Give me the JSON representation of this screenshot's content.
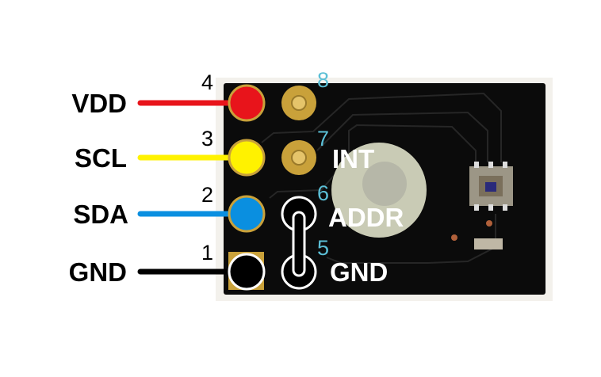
{
  "pins_left": [
    {
      "number": "4",
      "label": "VDD",
      "color": "#e8141b"
    },
    {
      "number": "3",
      "label": "SCL",
      "color": "#fff200"
    },
    {
      "number": "2",
      "label": "SDA",
      "color": "#0a8fe0"
    },
    {
      "number": "1",
      "label": "GND",
      "color": "#000000"
    }
  ],
  "pins_right": [
    {
      "number": "8",
      "label": ""
    },
    {
      "number": "7",
      "label": "INT"
    },
    {
      "number": "6",
      "label": "ADDR"
    },
    {
      "number": "5",
      "label": "GND"
    }
  ],
  "colors": {
    "board": "#0b0b0b",
    "gold": "#c9a13a",
    "number_accent": "#5bbfd6"
  }
}
